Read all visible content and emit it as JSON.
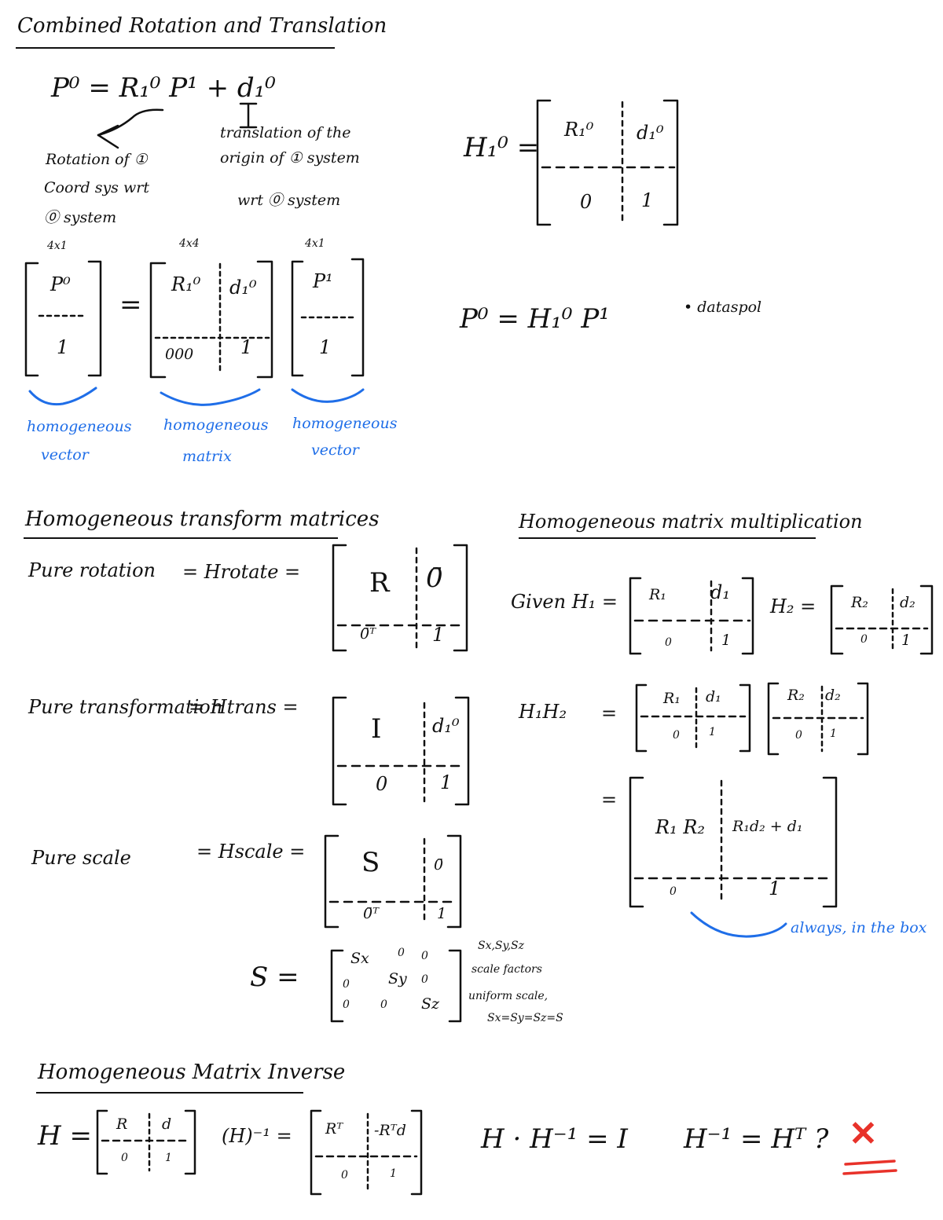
{
  "section1": {
    "title": "Combined Rotation and Translation",
    "eq_main": "P⁰ = R₁⁰ P¹ + d₁⁰",
    "note_rotation": [
      "Rotation of ①",
      "Coord sys wrt",
      "⓪ system"
    ],
    "note_translation": [
      "translation of the",
      "origin of ① system",
      "wrt ⓪ system"
    ],
    "dims": [
      "4x1",
      "4x4",
      "4x1"
    ],
    "vec_left": {
      "top": "P⁰",
      "bottom": "1"
    },
    "mat_mid": {
      "tl": "R₁⁰",
      "tr": "d₁⁰",
      "bl": "000",
      "br": "1"
    },
    "vec_right": {
      "top": "P¹",
      "bottom": "1"
    },
    "labels_blue": [
      [
        "homogeneous",
        "vector"
      ],
      [
        "homogeneous",
        "matrix"
      ],
      [
        "homogeneous",
        "vector"
      ]
    ],
    "h_def": {
      "lhs": "H₁⁰ =",
      "tl": "R₁⁰",
      "tr": "d₁⁰",
      "bl": "0",
      "br": "1"
    },
    "eq_compact": "P⁰ = H₁⁰ P¹",
    "note_compact": "• dataspol"
  },
  "section2": {
    "title": "Homogeneous transform matrices",
    "rotation": {
      "label": "Pure rotation",
      "eq": "= Hrotate =",
      "tl": "R",
      "tr": "0̄",
      "bl": "0̄ᵀ",
      "br": "1"
    },
    "translation": {
      "label": "Pure transformation",
      "eq": "= Htrans =",
      "tl": "I",
      "tr": "d₁⁰",
      "bl": "0",
      "br": "1"
    },
    "scale": {
      "label": "Pure scale",
      "eq": "= Hscale =",
      "tl": "S",
      "tr": "0̄",
      "bl": "0̄ᵀ",
      "br": "1"
    },
    "s_matrix": {
      "lhs": "S =",
      "rows": [
        [
          "Sx",
          "0",
          "0"
        ],
        [
          "0",
          "Sy",
          "0"
        ],
        [
          "0",
          "0",
          "Sz"
        ]
      ]
    },
    "s_notes": [
      "Sx,Sy,Sz",
      "scale factors",
      "uniform scale,",
      "Sx=Sy=Sz=S"
    ]
  },
  "section3": {
    "title": "Homogeneous matrix multiplication",
    "given": "Given H₁ =",
    "h1": {
      "tl": "R₁",
      "tr": "d₁",
      "bl": "0",
      "br": "1"
    },
    "h2_lhs": "H₂ =",
    "h2": {
      "tl": "R₂",
      "tr": "d₂",
      "bl": "0",
      "br": "1"
    },
    "product_lhs": "H₁H₂",
    "eq": "=",
    "result": {
      "tl": "R₁ R₂",
      "tr": "R₁d₂ + d₁",
      "bl": "0",
      "br": "1"
    },
    "note_blue": "always, in the box"
  },
  "section4": {
    "title": "Homogeneous Matrix Inverse",
    "h_lhs": "H =",
    "h": {
      "tl": "R",
      "tr": "d",
      "bl": "0",
      "br": "1"
    },
    "inv_lhs": "(H)⁻¹ =",
    "inv": {
      "tl": "Rᵀ",
      "tr": "-Rᵀd",
      "bl": "0",
      "br": "1"
    },
    "identity": "H · H⁻¹ = I",
    "question": "H⁻¹ = Hᵀ ?",
    "mark": "✕"
  }
}
